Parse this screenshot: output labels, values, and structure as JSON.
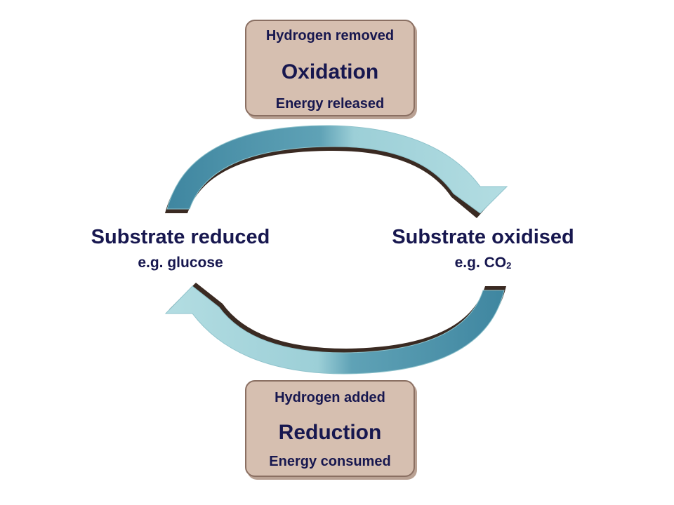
{
  "oxidation_box": {
    "top_text": "Hydrogen removed",
    "title": "Oxidation",
    "bottom_text": "Energy released"
  },
  "reduction_box": {
    "top_text": "Hydrogen added",
    "title": "Reduction",
    "bottom_text": "Energy consumed"
  },
  "left_node": {
    "title": "Substrate reduced",
    "example": "e.g. glucose"
  },
  "right_node": {
    "title": "Substrate oxidised",
    "example_prefix": "e.g. CO",
    "example_subscript": "2"
  },
  "colors": {
    "box_fill": "#d6bfb0",
    "box_border": "#8a6f62",
    "text": "#17174f",
    "arrow_dark": "#4a8ea6",
    "arrow_light": "#a7d4db",
    "arrow_shadow": "#3a2a22"
  }
}
